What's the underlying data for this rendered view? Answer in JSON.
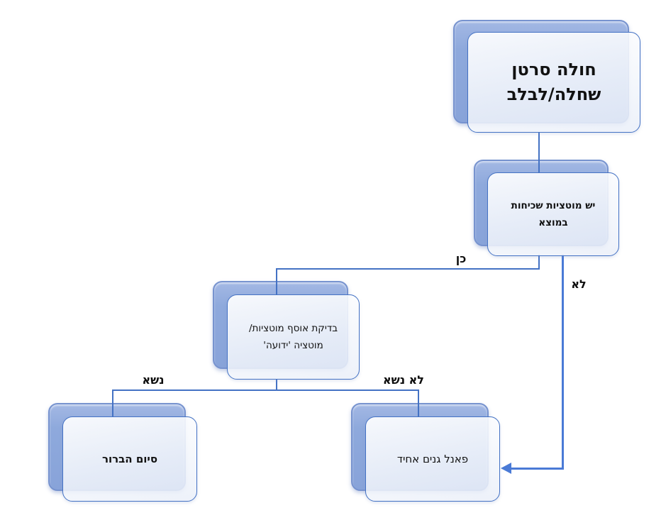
{
  "colors": {
    "accent_border": "#4472C4",
    "shadow_fill": "#8EA9DC",
    "connector": "#4472C4",
    "arrow_connector": "#4A7AD6"
  },
  "flowchart": {
    "title": "ovarian-pancreatic-cancer-genetic-testing-flowchart",
    "nodes": {
      "patient": {
        "line1": "חולה סרטן",
        "line2": "שחלה/לבלב"
      },
      "mutations": {
        "line1": "יש מוטציות שכיחות",
        "line2": "במוצא"
      },
      "known_test": {
        "line1": "בדיקת אוסף מוטציות/",
        "line2": "מוטציה 'ידועה'"
      },
      "end_workup": {
        "label": "סיום הברור"
      },
      "gene_panel": {
        "label": "פאנל גנים אחיד"
      }
    },
    "edge_labels": {
      "yes": "כן",
      "no": "לא",
      "carrier": "נשא",
      "not_carrier": "לא נשא"
    }
  }
}
